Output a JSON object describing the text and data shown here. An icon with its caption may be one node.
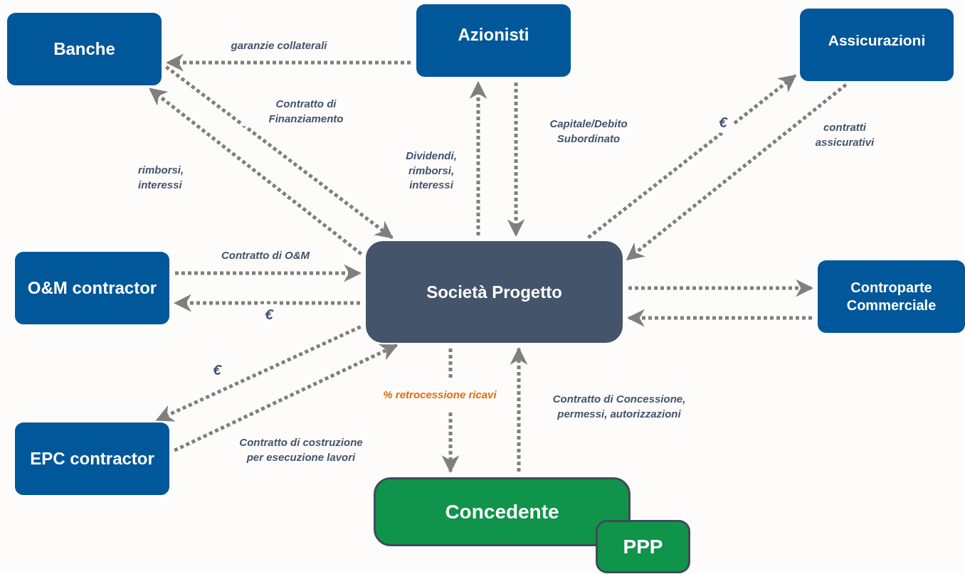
{
  "diagram": {
    "nodes": [
      {
        "text": [
          "Banche"
        ]
      },
      {
        "text": [
          "Azionisti"
        ]
      },
      {
        "text": [
          "Assicurazioni"
        ]
      },
      {
        "text": [
          "O&M contractor"
        ]
      },
      {
        "text": [
          "Società Progetto"
        ]
      },
      {
        "text": [
          "Controparte Commerciale"
        ]
      },
      {
        "text": [
          "EPC contractor"
        ]
      },
      {
        "text": [
          "Concedente"
        ]
      },
      {
        "text": [
          "PPP"
        ]
      }
    ],
    "edges": [
      {
        "from": 1,
        "to": 0,
        "arrow": "to",
        "style": "dashed",
        "label": "garanzie collaterali"
      },
      {
        "from": 0,
        "to": 4,
        "arrow": "to",
        "style": "dashed",
        "label": "Contratto di Finanziamento"
      },
      {
        "from": 4,
        "to": 0,
        "arrow": "to",
        "style": "dashed",
        "label": "rimborsi, interessi"
      },
      {
        "from": 4,
        "to": 1,
        "arrow": "to",
        "style": "dashed",
        "label": "Dividendi, rimborsi, interessi"
      },
      {
        "from": 1,
        "to": 4,
        "arrow": "to",
        "style": "dashed",
        "label": "Capitale/Debito Subordinato"
      },
      {
        "from": 4,
        "to": 2,
        "arrow": "to",
        "style": "dashed",
        "label": "€"
      },
      {
        "from": 2,
        "to": 4,
        "arrow": "to",
        "style": "dashed",
        "label": "contratti assicurativi"
      },
      {
        "from": 3,
        "to": 4,
        "arrow": "to",
        "style": "dashed",
        "label": "Contratto di O&M"
      },
      {
        "from": 4,
        "to": 3,
        "arrow": "to",
        "style": "dashed",
        "label": "€"
      },
      {
        "from": 4,
        "to": 5,
        "arrow": "to",
        "style": "dashed"
      },
      {
        "from": 5,
        "to": 4,
        "arrow": "to",
        "style": "dashed"
      },
      {
        "from": 4,
        "to": 6,
        "arrow": "to",
        "style": "dashed",
        "label": "€"
      },
      {
        "from": 6,
        "to": 4,
        "arrow": "to",
        "style": "dashed",
        "label": "Contratto di costruzione per esecuzione lavori"
      },
      {
        "from": 4,
        "to": 7,
        "arrow": "to",
        "style": "dashed",
        "label": "% retrocessione ricavi"
      },
      {
        "from": 7,
        "to": 4,
        "arrow": "to",
        "style": "dashed",
        "label": "Contratto di Concessione, permessi, autorizzazioni"
      }
    ]
  }
}
